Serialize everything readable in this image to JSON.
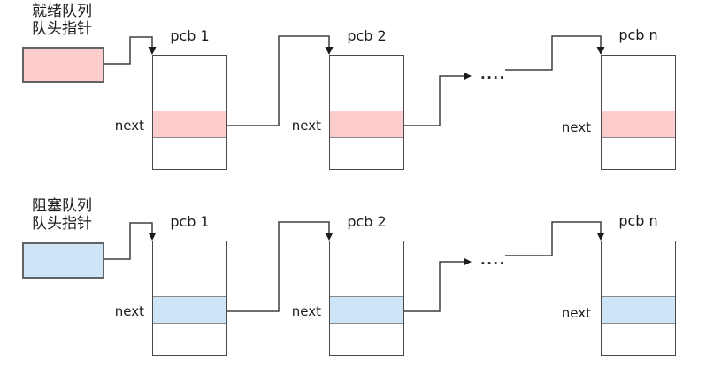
{
  "queues": [
    {
      "name": "ready-queue",
      "pointer_label_line1": "就绪队列",
      "pointer_label_line2": "队头指针",
      "fill_color": "#fdcdcd",
      "ellipsis": "....",
      "pcbs": [
        {
          "title": "pcb 1",
          "next_label": "next"
        },
        {
          "title": "pcb 2",
          "next_label": "next"
        },
        {
          "title": "pcb n",
          "next_label": "next"
        }
      ]
    },
    {
      "name": "blocked-queue",
      "pointer_label_line1": "阻塞队列",
      "pointer_label_line2": "队头指针",
      "fill_color": "#cee4f7",
      "ellipsis": "....",
      "pcbs": [
        {
          "title": "pcb 1",
          "next_label": "next"
        },
        {
          "title": "pcb 2",
          "next_label": "next"
        },
        {
          "title": "pcb n",
          "next_label": "next"
        }
      ]
    }
  ],
  "colors": {
    "ready_fill": "#fdcdcd",
    "blocked_fill": "#cee4f7",
    "line": "#3f3f3f",
    "pcb_border": "#4a4a4a"
  }
}
